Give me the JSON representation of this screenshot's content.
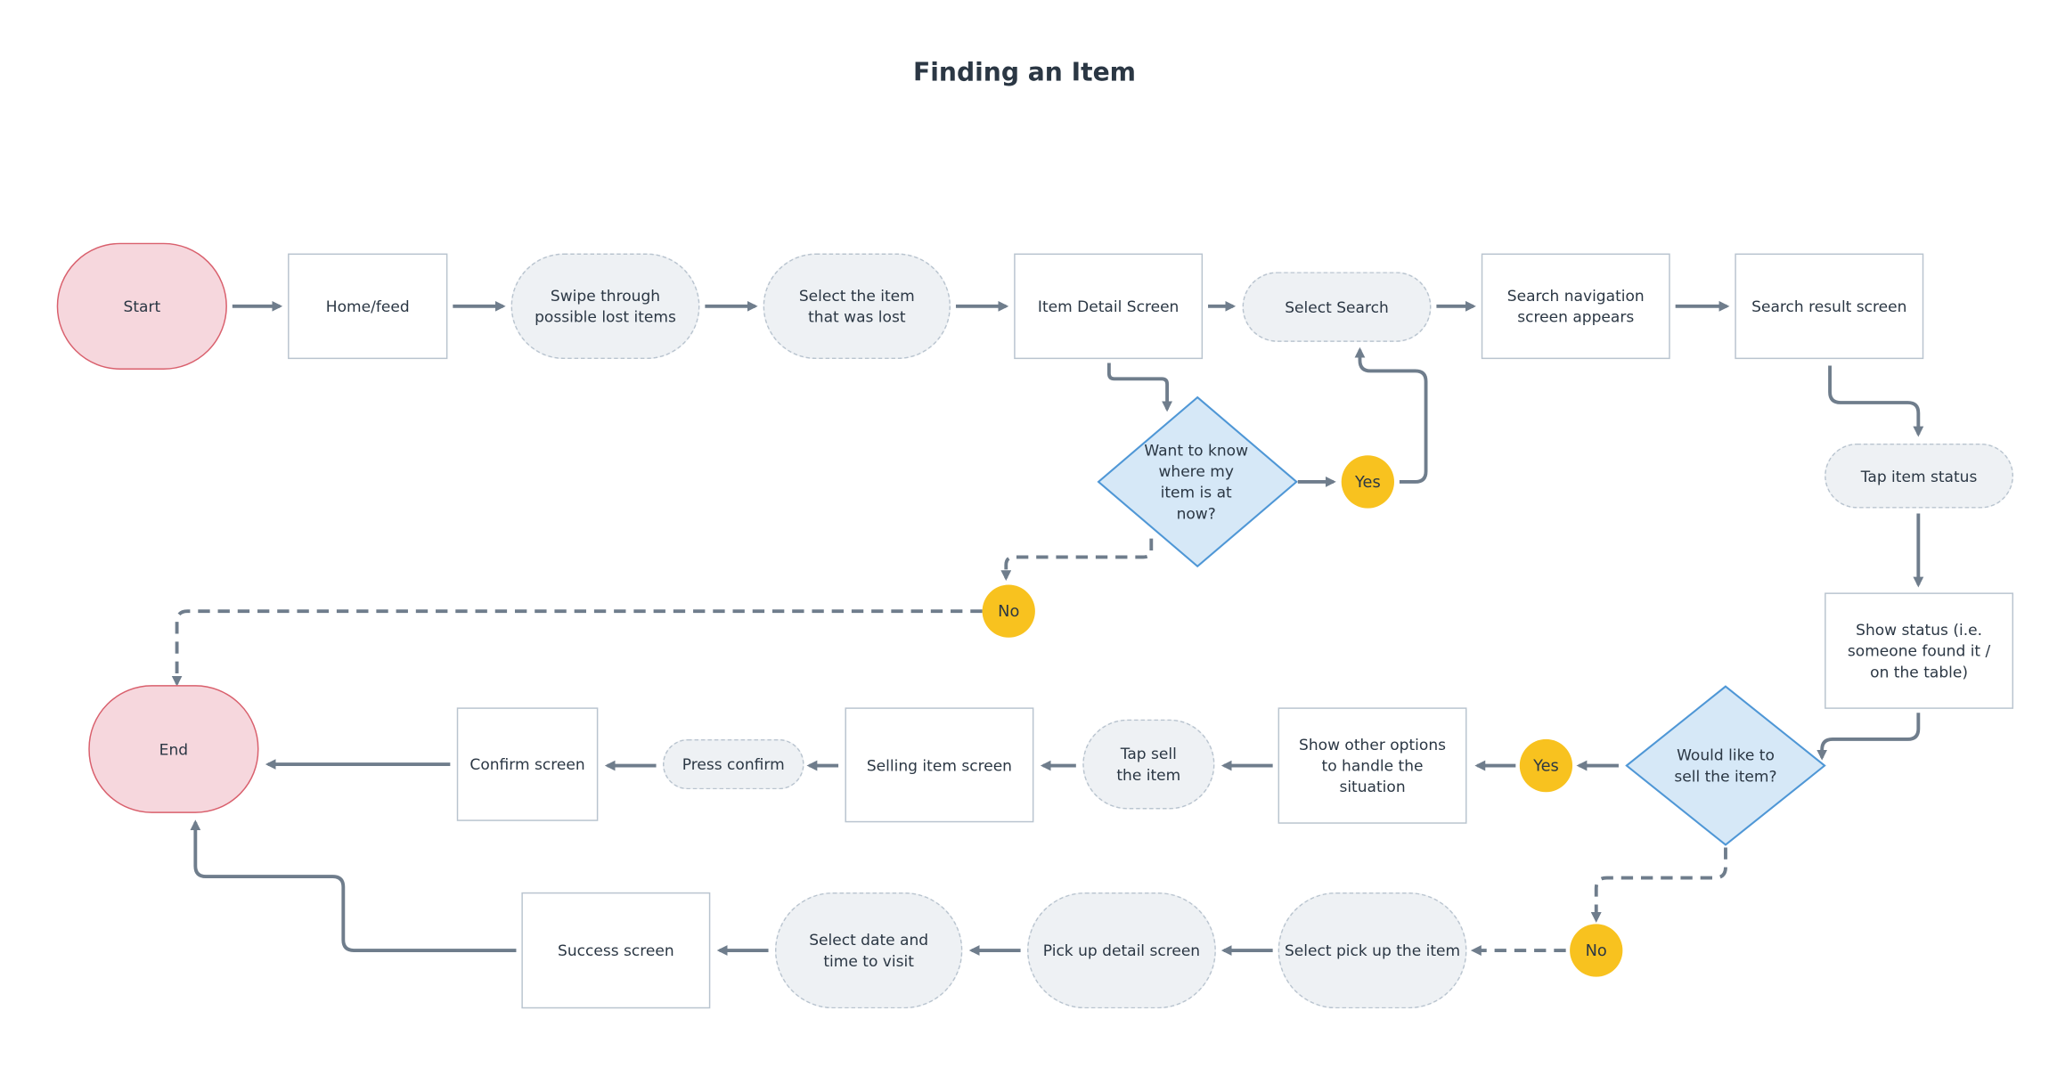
{
  "title": "Finding an Item",
  "nodes": {
    "start": "Start",
    "home_feed": "Home/feed",
    "swipe": "Swipe through possible lost items",
    "select_item": "Select the item that was lost",
    "item_detail": "Item Detail Screen",
    "select_search": "Select Search",
    "search_nav": "Search navigation screen appears",
    "search_result": "Search result screen",
    "want_to_know": "Want to know where my item is at now?",
    "yes_1": "Yes",
    "no_1": "No",
    "tap_item_status": "Tap item status",
    "show_status": "Show status (i.e. someone found it / on the table)",
    "would_sell": "Would like to sell the item?",
    "yes_2": "Yes",
    "no_2": "No",
    "end": "End",
    "confirm_screen": "Confirm screen",
    "press_confirm": "Press confirm",
    "selling_item": "Selling item screen",
    "tap_sell": "Tap sell the item",
    "show_options": "Show other options to handle the situation",
    "success": "Success screen",
    "select_date": "Select date and time to visit",
    "pickup_detail": "Pick up detail screen",
    "select_pickup": "Select pick up the item"
  },
  "colors": {
    "edge": "#6f7d8c",
    "terminal_fill": "#f6d7dd",
    "terminal_border": "#d9606d",
    "decision_fill": "#d6e8f7",
    "decision_border": "#4f97d6",
    "badge": "#f8c21f",
    "screen_border": "#b9c4cf",
    "action_fill": "#eef1f4"
  }
}
